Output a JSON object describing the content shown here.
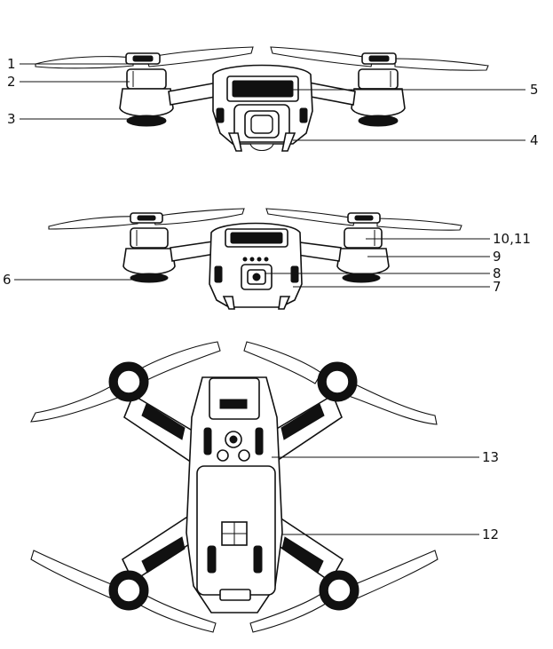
{
  "callouts": [
    {
      "id": "1",
      "label": "1"
    },
    {
      "id": "2",
      "label": "2"
    },
    {
      "id": "3",
      "label": "3"
    },
    {
      "id": "4",
      "label": "4"
    },
    {
      "id": "5",
      "label": "5"
    },
    {
      "id": "6",
      "label": "6"
    },
    {
      "id": "7",
      "label": "7"
    },
    {
      "id": "8",
      "label": "8"
    },
    {
      "id": "9",
      "label": "9"
    },
    {
      "id": "10_11",
      "label": "10,11"
    },
    {
      "id": "12",
      "label": "12"
    },
    {
      "id": "13",
      "label": "13"
    }
  ]
}
